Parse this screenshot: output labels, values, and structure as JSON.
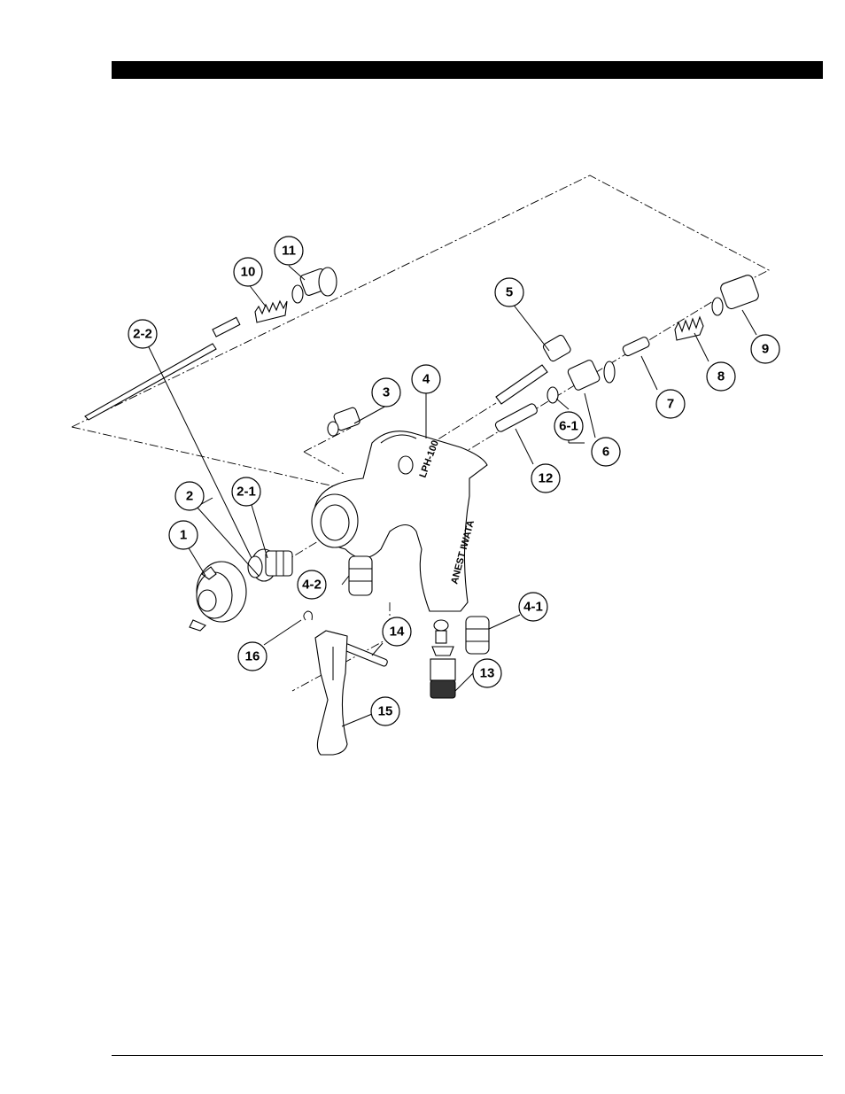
{
  "callouts": [
    {
      "id": "1",
      "label": "1"
    },
    {
      "id": "2",
      "label": "2"
    },
    {
      "id": "2-1",
      "label": "2-1"
    },
    {
      "id": "2-2",
      "label": "2-2"
    },
    {
      "id": "3",
      "label": "3"
    },
    {
      "id": "4",
      "label": "4"
    },
    {
      "id": "4-1",
      "label": "4-1"
    },
    {
      "id": "4-2",
      "label": "4-2"
    },
    {
      "id": "5",
      "label": "5"
    },
    {
      "id": "6",
      "label": "6"
    },
    {
      "id": "6-1",
      "label": "6-1"
    },
    {
      "id": "7",
      "label": "7"
    },
    {
      "id": "8",
      "label": "8"
    },
    {
      "id": "9",
      "label": "9"
    },
    {
      "id": "10",
      "label": "10"
    },
    {
      "id": "11",
      "label": "11"
    },
    {
      "id": "12",
      "label": "12"
    },
    {
      "id": "13",
      "label": "13"
    },
    {
      "id": "14",
      "label": "14"
    },
    {
      "id": "15",
      "label": "15"
    },
    {
      "id": "16",
      "label": "16"
    }
  ],
  "gun_body_text": {
    "model": "LPH-100",
    "brand": "ANEST IWATA"
  }
}
